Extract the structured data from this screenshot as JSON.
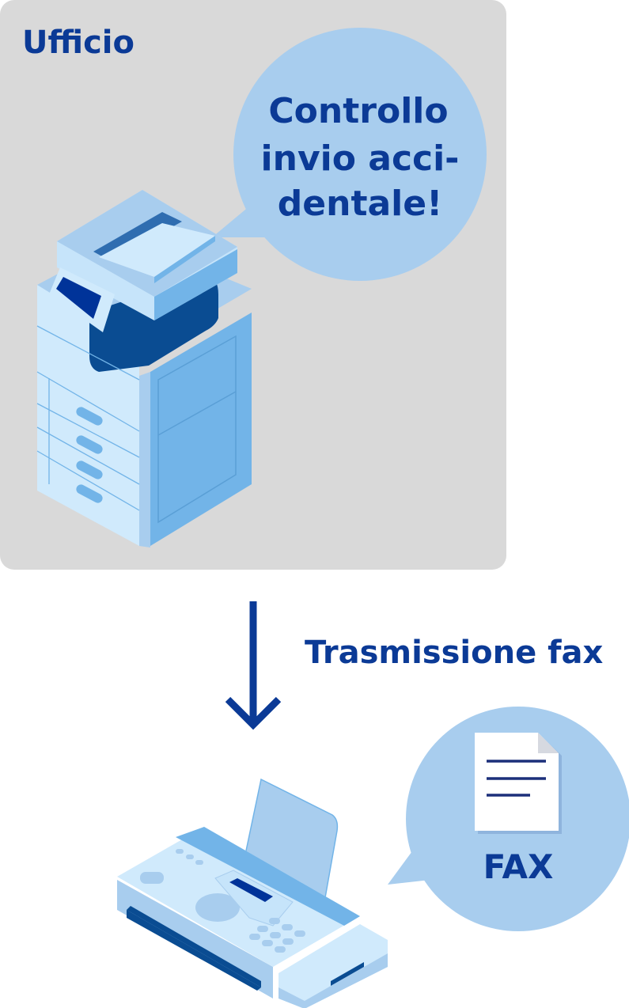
{
  "office": {
    "label": "Ufficio"
  },
  "office_bubble": {
    "lines": [
      "Controllo",
      "invio acci-",
      "dentale!"
    ]
  },
  "transmission": {
    "label": "Trasmissione fax"
  },
  "fax_bubble": {
    "label": "FAX"
  },
  "colors": {
    "office_bg": "#d9d9d9",
    "bubble": "#a8cdee",
    "text": "#0b3a96",
    "device_light": "#d0eafc",
    "device_mid": "#72b4e8",
    "device_dark": "#0a4c92",
    "screen": "#003399"
  }
}
